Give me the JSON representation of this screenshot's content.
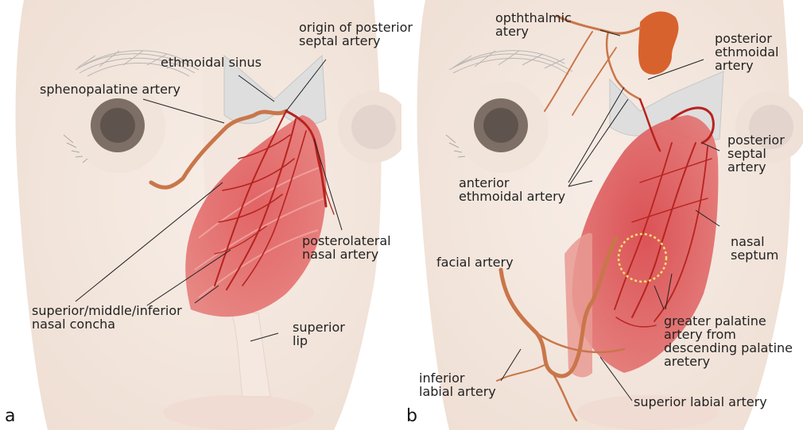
{
  "panel_a": {
    "letter": "a",
    "labels": {
      "origin_posterior_septal": "origin of posterior\nseptal artery",
      "ethmoidal_sinus": "ethmoidal sinus",
      "sphenopalatine": "sphenopalatine artery",
      "posterolateral": "posterolateral\nnasal artery",
      "concha": "superior/middle/inferior\nnasal concha",
      "superior_lip": "superior\nlip"
    }
  },
  "panel_b": {
    "letter": "b",
    "labels": {
      "ophthalmic": "opththalmic\natery",
      "posterior_ethmoidal": "posterior\nethmoidal\nartery",
      "posterior_septal": "posterior\nseptal\nartery",
      "anterior_ethmoidal": "anterior\nethmoidal artery",
      "nasal_septum": "nasal\nseptum",
      "facial": "facial artery",
      "greater_palatine": "greater palatine\nartery from\ndescending palatine\naretery",
      "inferior_labial": "inferior\nlabial artery",
      "superior_labial": "superior labial artery"
    }
  },
  "colors": {
    "skin": "#f6ebe3",
    "skin_shade": "#eedfd4",
    "mucosa": "#d9454a",
    "artery": "#b8231f",
    "artery_ext": "#c9764a",
    "bone": "#dcdcdc",
    "dotted": "#f3e26a"
  }
}
